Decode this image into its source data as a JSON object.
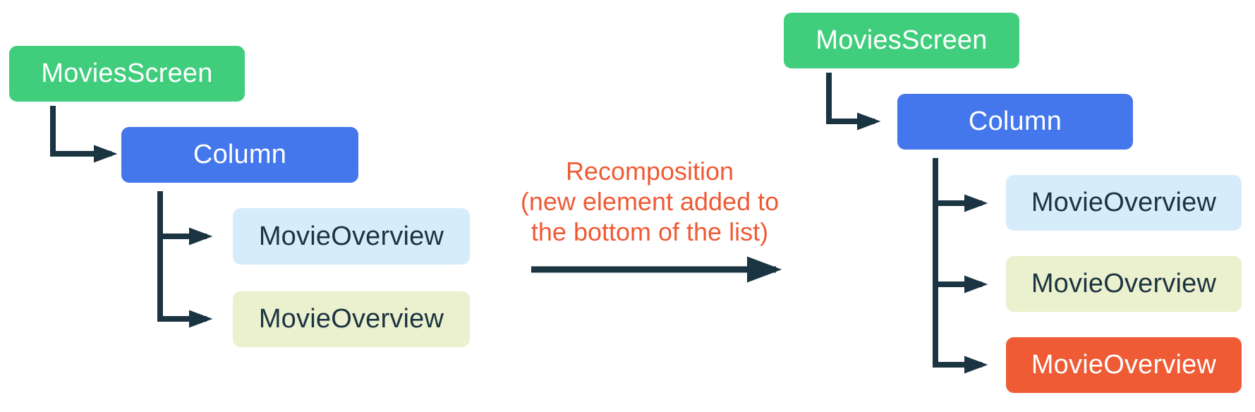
{
  "annotation": {
    "lines": [
      "Recomposition",
      "(new element added to",
      "the bottom of the list)"
    ]
  },
  "before_tree": {
    "root": "MoviesScreen",
    "container": "Column",
    "children": [
      {
        "label": "MovieOverview",
        "variant": "light-blue"
      },
      {
        "label": "MovieOverview",
        "variant": "light-yellow"
      }
    ]
  },
  "after_tree": {
    "root": "MoviesScreen",
    "container": "Column",
    "children": [
      {
        "label": "MovieOverview",
        "variant": "light-blue"
      },
      {
        "label": "MovieOverview",
        "variant": "light-yellow"
      },
      {
        "label": "MovieOverview",
        "variant": "orange-highlight"
      }
    ]
  },
  "colors": {
    "root_green": "#40CE7D",
    "container_blue": "#4377EB",
    "child_light_blue": "#D6ECFA",
    "child_light_yellow": "#EBF0CE",
    "child_highlight_orange": "#EE5B35",
    "connector_navy": "#1B3441",
    "annotation_text": "#EE5B35"
  }
}
